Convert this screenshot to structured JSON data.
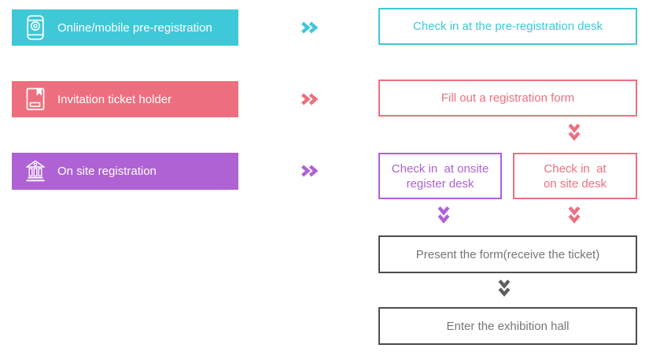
{
  "colors": {
    "cyan": "#3FC8D8",
    "pink": "#ED6F7F",
    "purple": "#AE62D3",
    "gray_border": "#4D4D4D",
    "gray_text": "#757575"
  },
  "rows": {
    "pre_registration": {
      "source_label": "Online/mobile pre-registration",
      "icon": "smartphone-icon",
      "result_label": "Check in at the pre-registration desk"
    },
    "invitation": {
      "source_label": "Invitation ticket holder",
      "icon": "invitation-book-icon",
      "result_label": "Fill out a registration form"
    },
    "onsite": {
      "source_label": "On site registration",
      "icon": "bank-building-icon",
      "register_desk_box": {
        "line1": "Check in  at onsite",
        "line2": "register desk"
      },
      "onsite_desk_box": {
        "line1": "Check in  at",
        "line2": "on site desk"
      }
    }
  },
  "final_steps": {
    "present_form": "Present the form(receive the ticket)",
    "enter_hall": "Enter the exhibition hall"
  }
}
